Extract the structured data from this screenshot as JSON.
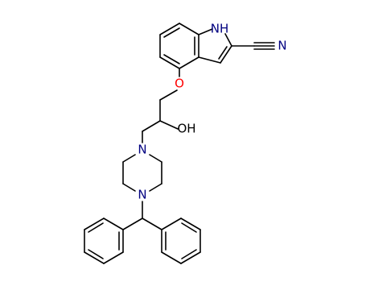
{
  "atoms": {
    "nh": {
      "label": "NH",
      "color": "#000080"
    },
    "n_nitrile": {
      "label": "N",
      "color": "#000080"
    },
    "o_ether": {
      "label": "O",
      "color": "#ff0000"
    },
    "oh": {
      "label": "OH",
      "color": "#000000"
    },
    "n_pip_top": {
      "label": "N",
      "color": "#000080"
    },
    "n_pip_bottom": {
      "label": "N",
      "color": "#000080"
    }
  },
  "colors": {
    "bond": "#000000",
    "nitrogen": "#000080",
    "oxygen": "#ff0000",
    "background": "#ffffff"
  }
}
